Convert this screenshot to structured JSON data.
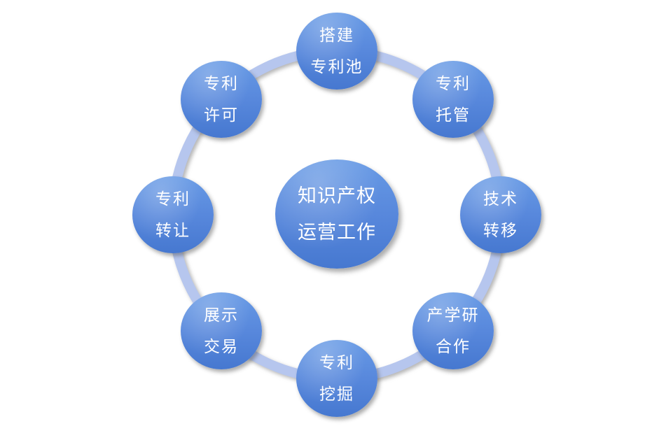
{
  "diagram": {
    "type": "cycle",
    "center": {
      "lines": [
        "知识产权",
        "运营工作"
      ]
    },
    "nodes": [
      {
        "id": "build-patent-pool",
        "position": "top",
        "lines": [
          "搭建",
          "专利池"
        ]
      },
      {
        "id": "patent-hosting",
        "position": "top-right",
        "lines": [
          "专利",
          "托管"
        ]
      },
      {
        "id": "technology-transfer",
        "position": "right",
        "lines": [
          "技术",
          "转移"
        ]
      },
      {
        "id": "industry-academia-research-cooperation",
        "position": "bottom-right",
        "lines": [
          "产学研",
          "合作"
        ]
      },
      {
        "id": "patent-mining",
        "position": "bottom",
        "lines": [
          "专利",
          "挖掘"
        ]
      },
      {
        "id": "display-trading",
        "position": "bottom-left",
        "lines": [
          "展示",
          "交易"
        ]
      },
      {
        "id": "patent-transfer",
        "position": "left",
        "lines": [
          "专利",
          "转让"
        ]
      },
      {
        "id": "patent-licensing",
        "position": "top-left",
        "lines": [
          "专利",
          "许可"
        ]
      }
    ],
    "colors": {
      "node_gradient_top": "#679ae5",
      "node_gradient_bottom": "#4678d0",
      "ring": "#b6c6ee",
      "text": "#ffffff",
      "background": "#ffffff"
    }
  }
}
